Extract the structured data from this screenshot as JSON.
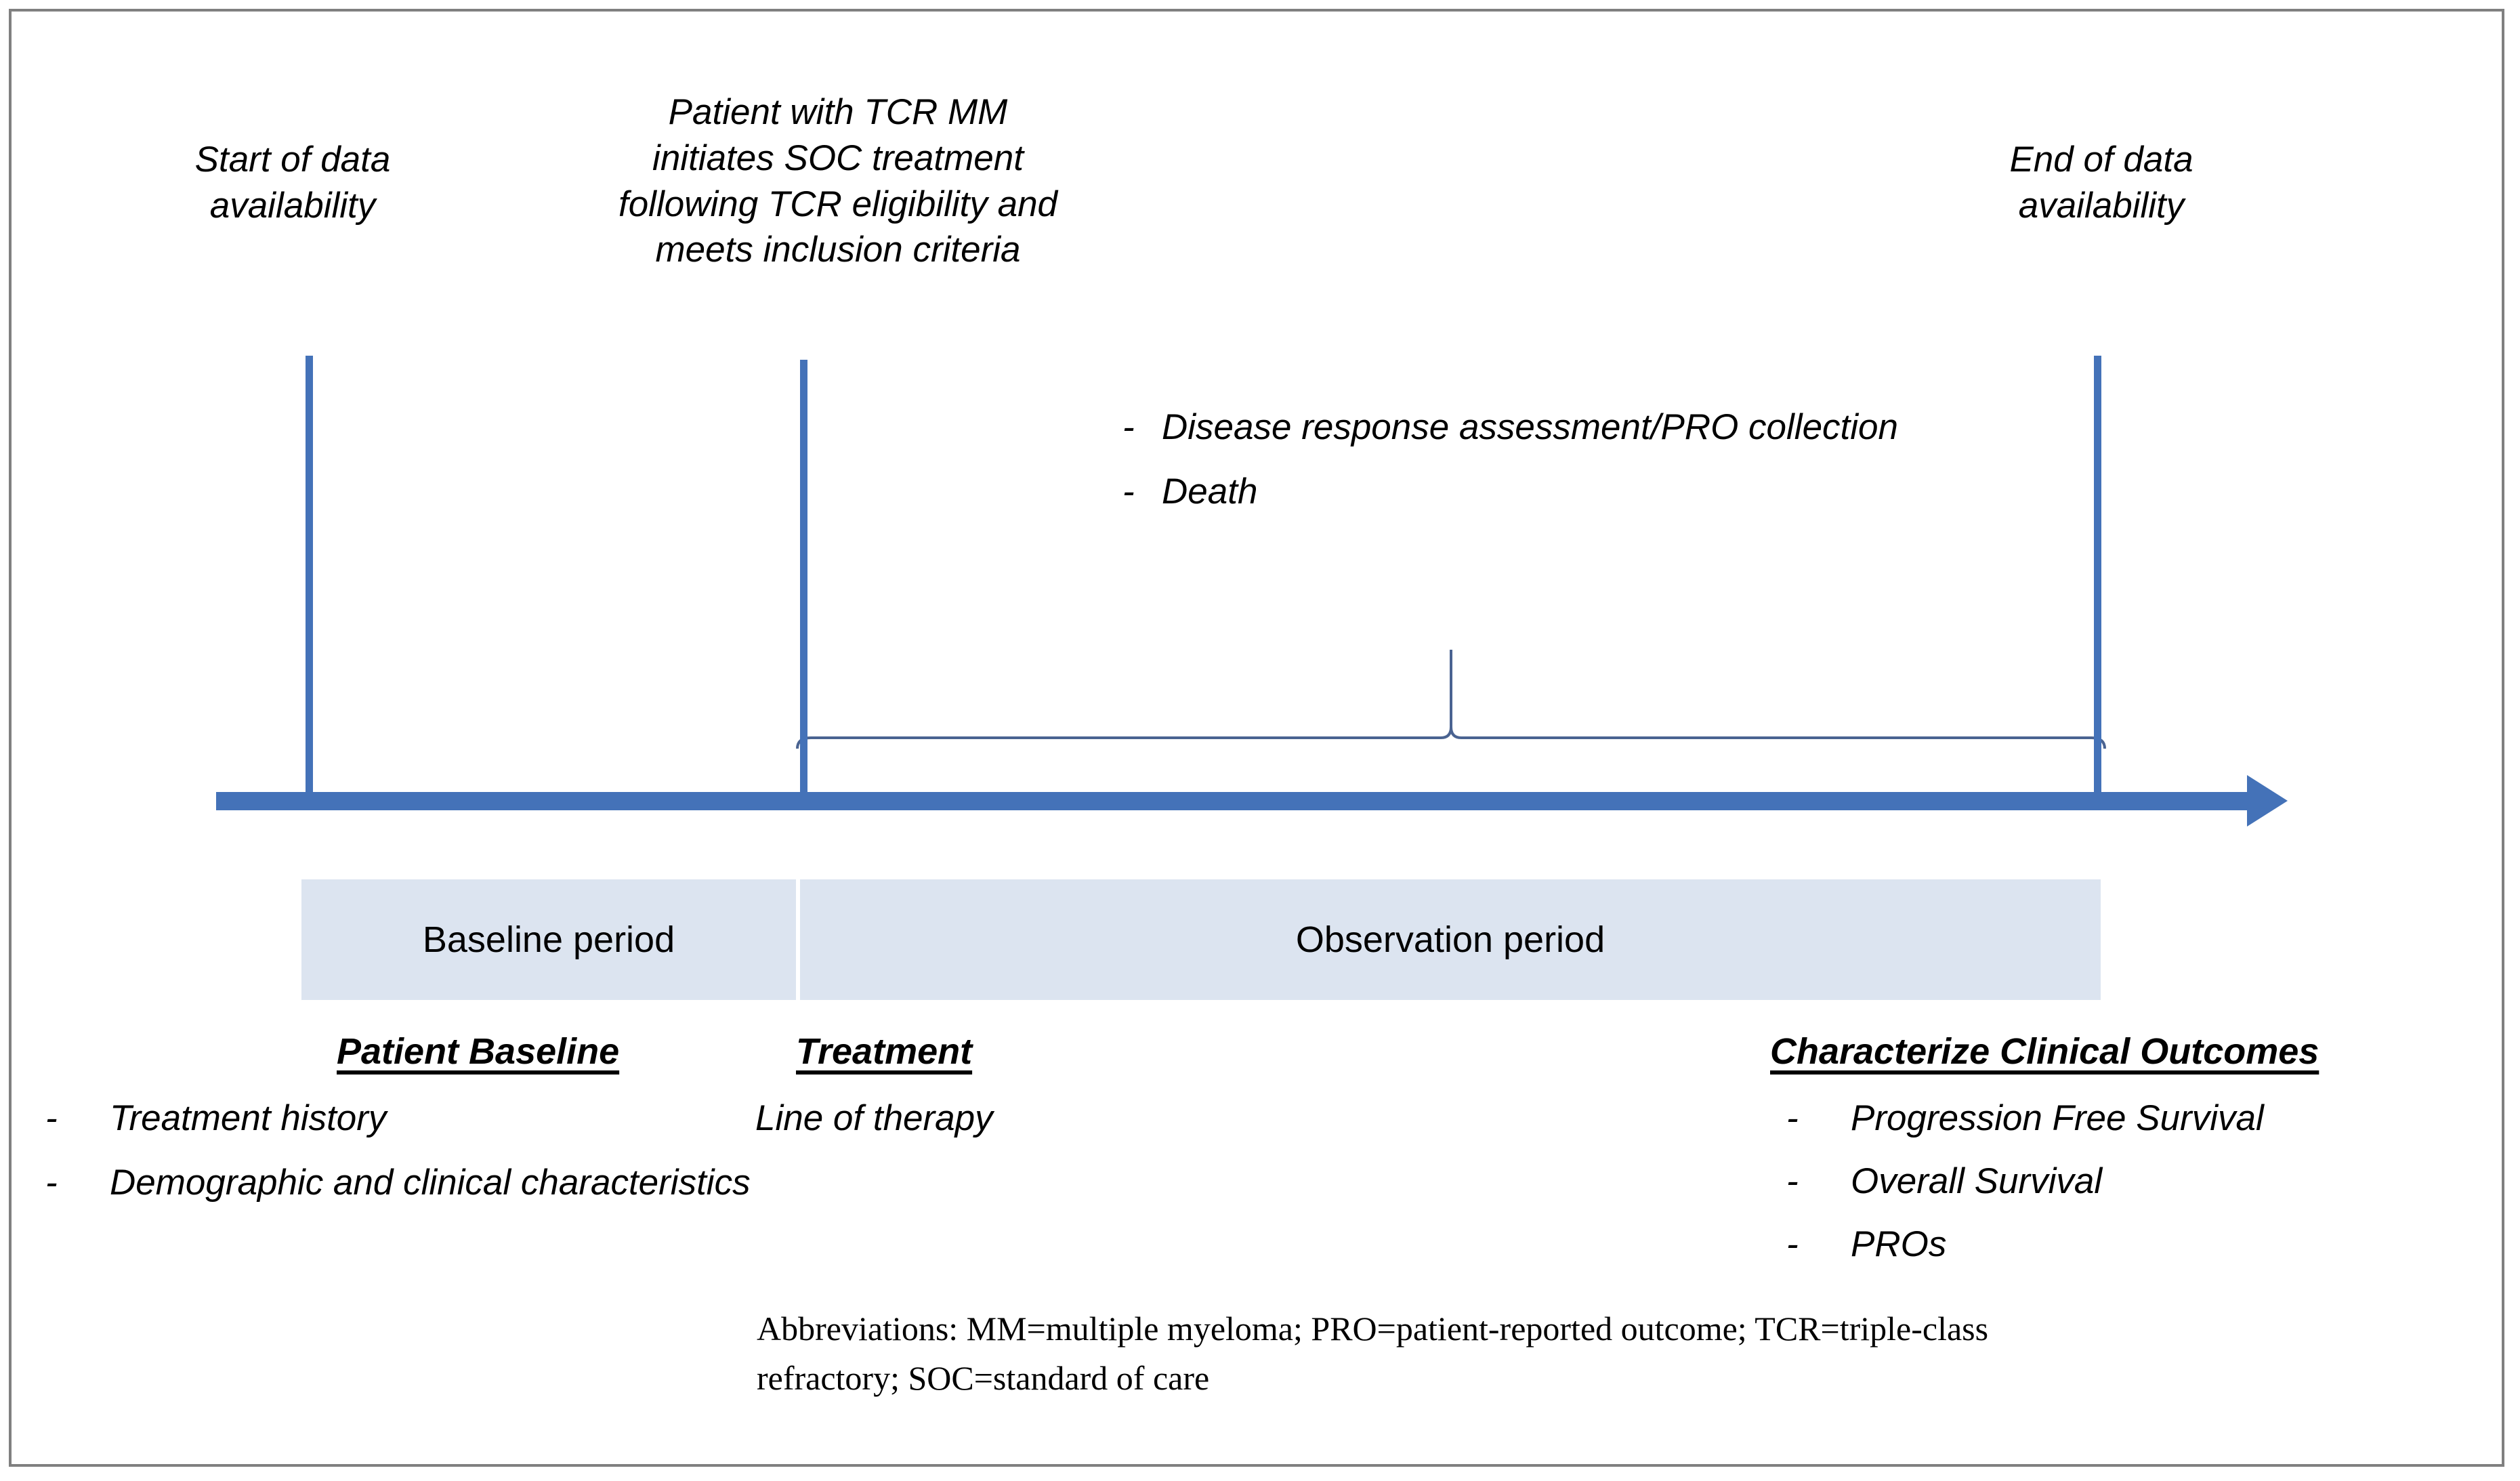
{
  "figure": {
    "border_color": "#808080",
    "background": "#ffffff",
    "accent_blue": "#4472b8",
    "period_fill": "#dce4f0"
  },
  "milestones": [
    {
      "id": "start-of-data",
      "label": "Start of data\navailability"
    },
    {
      "id": "treatment-initiation",
      "label": "Patient with TCR MM\ninitiates SOC treatment\nfollowing TCR eligibility and\nmeets inclusion criteria"
    },
    {
      "id": "end-of-data",
      "label": "End of data\navailability"
    }
  ],
  "observation_events": {
    "dash": "-",
    "items": [
      "Disease response assessment/PRO collection",
      "Death"
    ]
  },
  "periods": [
    {
      "id": "baseline-period",
      "label": "Baseline period"
    },
    {
      "id": "observation-period",
      "label": "Observation period"
    }
  ],
  "blocks": {
    "patient_baseline": {
      "heading": "Patient Baseline",
      "dash": "-",
      "items": [
        "Treatment history",
        "Demographic and clinical characteristics"
      ]
    },
    "treatment": {
      "heading": "Treatment",
      "items": [
        "Line of therapy"
      ]
    },
    "outcomes": {
      "heading": "Characterize Clinical Outcomes",
      "dash": "-",
      "items": [
        "Progression Free Survival",
        "Overall Survival",
        "PROs"
      ]
    }
  },
  "footnote": {
    "line1": "Abbreviations:  MM=multiple myeloma; PRO=patient-reported outcome; TCR=triple-class",
    "line2": "refractory; SOC=standard of care"
  }
}
